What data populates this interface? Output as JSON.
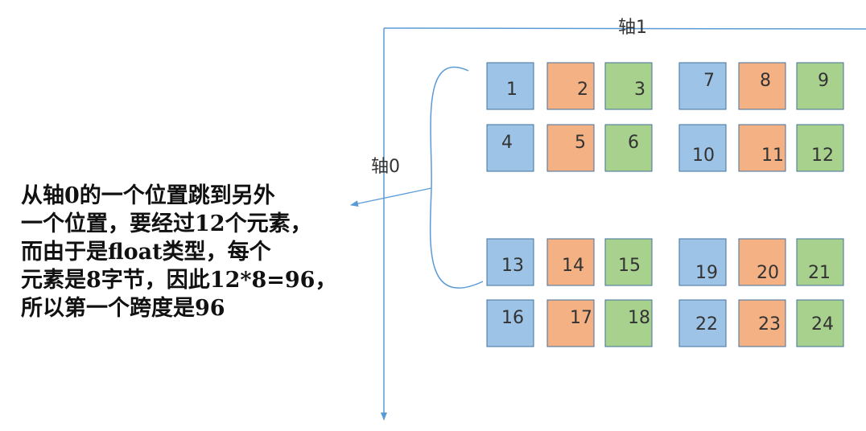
{
  "axis0_label": "轴0",
  "axis1_label": "轴1",
  "note": "从轴0的一个位置跳到另外\n一个位置，要经过12个元素，\n而由于是float类型，每个\n元素是8字节，因此12*8=96，\n所以第一个跨度是96",
  "colors": {
    "blue": "#9dc3e6",
    "orange": "#f4b183",
    "green": "#a9d18e",
    "border": "#41719c",
    "axis": "#5b9bd5",
    "text": "#333333"
  },
  "blocks": [
    {
      "rows": [
        {
          "cells": [
            {
              "label": "1",
              "color": "blue"
            },
            {
              "label": "2",
              "color": "orange"
            },
            {
              "label": "3",
              "color": "green"
            },
            {
              "label": "7",
              "color": "blue"
            },
            {
              "label": "8",
              "color": "orange"
            },
            {
              "label": "9",
              "color": "green"
            }
          ]
        },
        {
          "cells": [
            {
              "label": "4",
              "color": "blue"
            },
            {
              "label": "5",
              "color": "orange"
            },
            {
              "label": "6",
              "color": "green"
            },
            {
              "label": "10",
              "color": "blue"
            },
            {
              "label": "11",
              "color": "orange"
            },
            {
              "label": "12",
              "color": "green"
            }
          ]
        }
      ]
    },
    {
      "rows": [
        {
          "cells": [
            {
              "label": "13",
              "color": "blue"
            },
            {
              "label": "14",
              "color": "orange"
            },
            {
              "label": "15",
              "color": "green"
            },
            {
              "label": "19",
              "color": "blue"
            },
            {
              "label": "20",
              "color": "orange"
            },
            {
              "label": "21",
              "color": "green"
            }
          ]
        },
        {
          "cells": [
            {
              "label": "16",
              "color": "blue"
            },
            {
              "label": "17",
              "color": "orange"
            },
            {
              "label": "18",
              "color": "green"
            },
            {
              "label": "22",
              "color": "blue"
            },
            {
              "label": "23",
              "color": "orange"
            },
            {
              "label": "24",
              "color": "green"
            }
          ]
        }
      ]
    }
  ]
}
